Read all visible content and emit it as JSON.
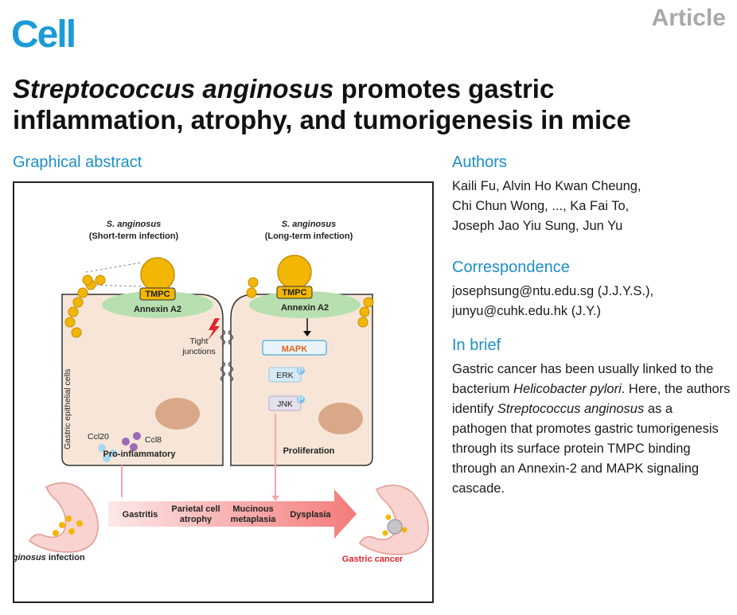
{
  "header": {
    "journal": "Cell",
    "article_type": "Article"
  },
  "title": {
    "italic_part": "Streptococcus anginosus",
    "rest": " promotes gastric inflammation, atrophy, and tumorigenesis in mice"
  },
  "graphical_abstract": {
    "heading": "Graphical abstract",
    "left_label_1": "S. anginosus",
    "left_label_2": "(Short-term infection)",
    "right_label_1": "S. anginosus",
    "right_label_2": "(Long-term infection)",
    "tmpc_left": "TMPC",
    "tmpc_right": "TMPC",
    "annexin_left": "Annexin A2",
    "annexin_right": "Annexin A2",
    "tight_1": "Tight",
    "tight_2": "junctions",
    "mapk": "MAPK",
    "erk": "ERK",
    "jnk": "JNK",
    "phospho": "P",
    "cell_axis": "Gastric epithelial cells",
    "ccl20": "Ccl20",
    "ccl8": "Ccl8",
    "pro_inflammatory": "Pro-inflammatory",
    "proliferation": "Proliferation",
    "stages": [
      "Gastritis",
      "Parietal cell atrophy",
      "Mucinous metaplasia",
      "Dysplasia"
    ],
    "stage_lines": [
      [
        "Gastritis"
      ],
      [
        "Parietal cell",
        "atrophy"
      ],
      [
        "Mucinous",
        "metaplasia"
      ],
      [
        "Dysplasia"
      ]
    ],
    "infection_italic": "S. anginosus",
    "infection_rest": " infection",
    "outcome": "Gastric cancer"
  },
  "authors": {
    "heading": "Authors",
    "lines": [
      "Kaili Fu, Alvin Ho Kwan Cheung,",
      "Chi Chun Wong, ..., Ka Fai To,",
      "Joseph Jao Yiu Sung, Jun Yu"
    ]
  },
  "correspondence": {
    "heading": "Correspondence",
    "lines": [
      "josephsung@ntu.edu.sg (J.J.Y.S.),",
      "junyu@cuhk.edu.hk (J.Y.)"
    ]
  },
  "in_brief": {
    "heading": "In brief",
    "pre": "Gastric cancer has been usually linked to the bacterium ",
    "italic1": "Helicobacter pylori",
    "mid": ". Here, the authors identify ",
    "italic2": "Streptococcus anginosus",
    "post": " as a pathogen that promotes gastric tumorigenesis through its surface protein TMPC binding through an Annexin-2 and MAPK signaling cascade."
  },
  "colors": {
    "brand": "#1b9bd7",
    "section": "#1b8fc6",
    "bacteria": "#f2b705",
    "annexin": "#b8dfb0",
    "cell": "#f7e6d8",
    "mapk_text": "#e4621b",
    "arrow": "#f6a7a7",
    "cancer_text": "#e0242d"
  }
}
